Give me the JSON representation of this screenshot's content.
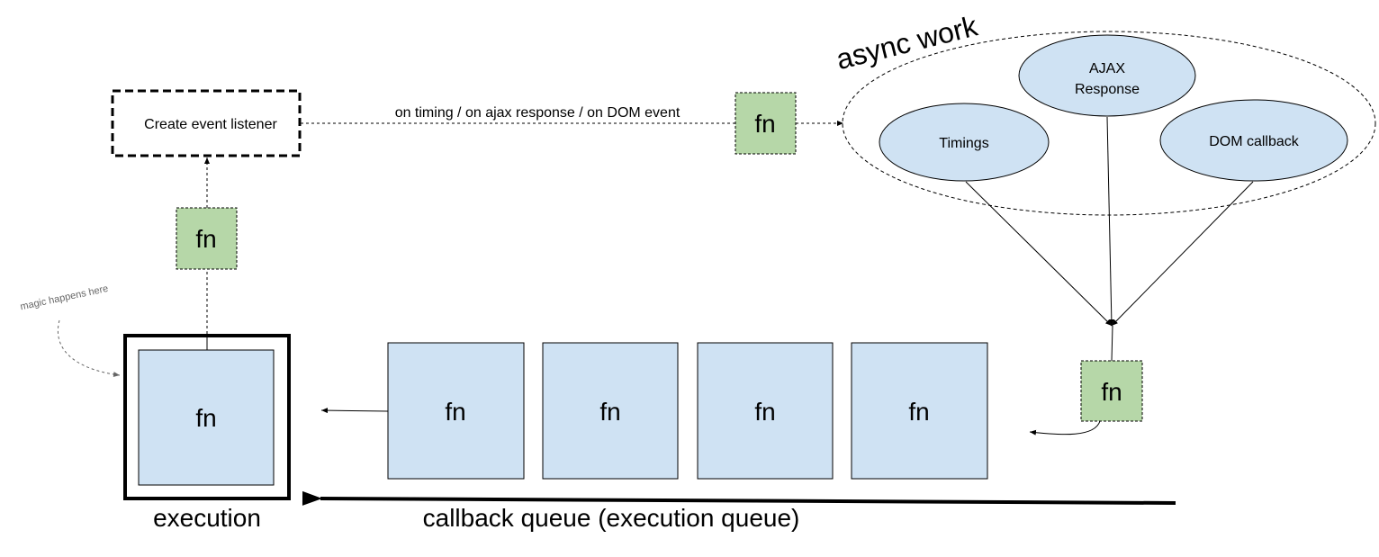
{
  "async_work": {
    "title": "async work",
    "sources": {
      "ajax": {
        "line1": "AJAX",
        "line2": "Response"
      },
      "timings": "Timings",
      "dom": "DOM callback"
    }
  },
  "listener": {
    "label": "Create event listener",
    "trigger_label": "on timing / on ajax response / on DOM event"
  },
  "fn_label": "fn",
  "execution": {
    "label": "execution",
    "annotation": "magic happens here"
  },
  "queue": {
    "label": "callback queue (execution queue)",
    "items": [
      "fn",
      "fn",
      "fn",
      "fn"
    ]
  },
  "colors": {
    "blue_fill": "#cfe2f3",
    "green_fill": "#b6d7a8",
    "stroke": "#000000",
    "annotation": "#666666"
  }
}
